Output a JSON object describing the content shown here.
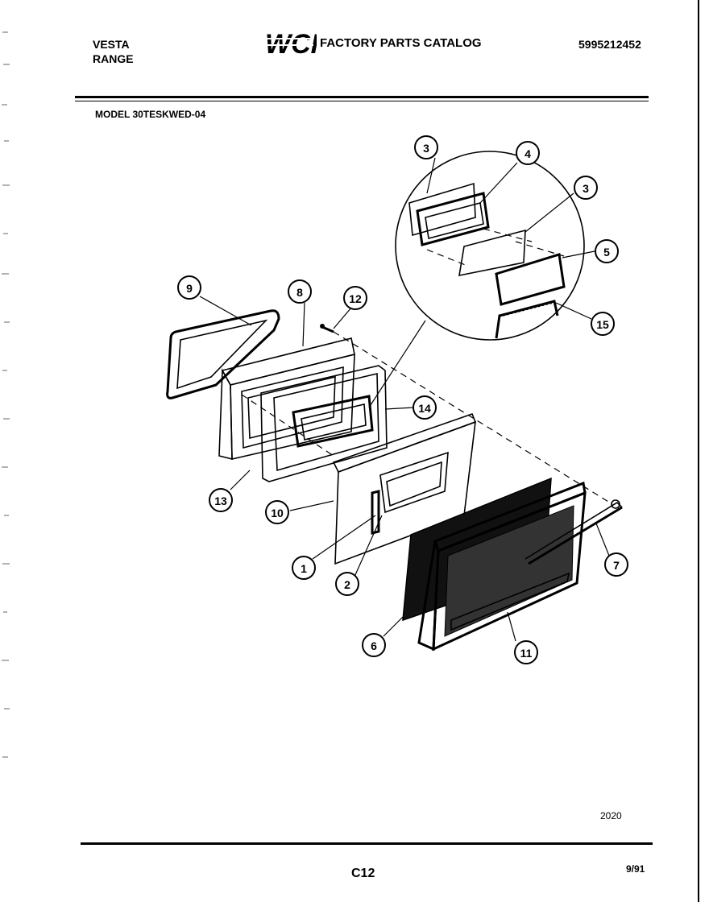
{
  "header": {
    "brand_line1": "VESTA",
    "brand_line2": "RANGE",
    "logo_text": "WCI",
    "catalog_title": "FACTORY PARTS CATALOG",
    "catalog_number": "5995212452"
  },
  "model_label": "MODEL 30TESKWED-04",
  "callouts": [
    "1",
    "2",
    "3",
    "3",
    "4",
    "5",
    "6",
    "7",
    "8",
    "9",
    "10",
    "11",
    "12",
    "13",
    "14",
    "15"
  ],
  "footer": {
    "code": "2020",
    "page_number": "C12",
    "date": "9/91"
  }
}
